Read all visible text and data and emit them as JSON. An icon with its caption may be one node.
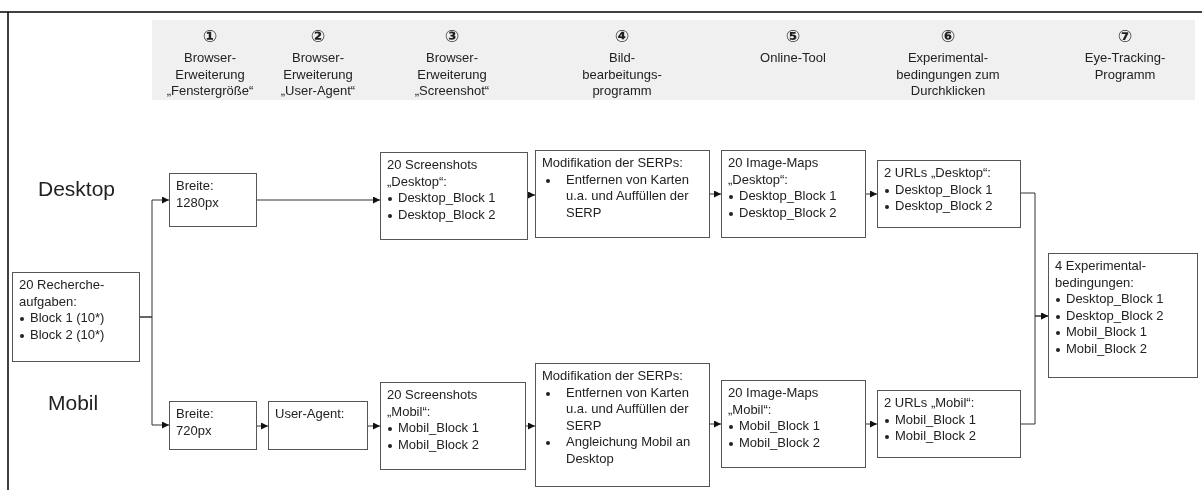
{
  "diagram": {
    "nodes": [
      {
        "text": [
          "20 Recherche- aufgaben:",
          "Block 1 (10*)",
          "Block 2 (10*)"
        ]
      },
      {
        "text": [
          "Breite: 1280px"
        ]
      },
      {
        "text": [
          "20 Screenshots „Desktop“:",
          "Desktop_Block 1",
          "Desktop_Block 2"
        ]
      },
      {
        "text": [
          "Modifikation der SERPs:",
          "Entfernen von Karten u.a. und Auffüllen der SERP"
        ]
      },
      {
        "text": [
          "20 Image-Maps „Desktop“:",
          "Desktop_Block 1",
          "Desktop_Block 2"
        ]
      },
      {
        "text": [
          "2 URLs „Desktop“:",
          "Desktop_Block 1",
          "Desktop_Block 2"
        ]
      },
      {
        "text": [
          "4 Experimental- bedingungen:",
          "Desktop_Block 1",
          "Desktop_Block 2",
          "Mobil_Block 1",
          "Mobil_Block 2"
        ]
      },
      {
        "text": [
          "Breite: 720px"
        ]
      },
      {
        "text": [
          "User-Agent:"
        ]
      },
      {
        "text": [
          "20 Screenshots „Mobil“:",
          "Mobil_Block 1",
          "Mobil_Block 2"
        ]
      },
      {
        "text": [
          "Modifikation der SERPs:",
          "Entfernen von Karten u.a. und Auffüllen der SERP",
          "Angleichung Mobil an Desktop"
        ]
      },
      {
        "text": [
          "20 Image-Maps „Mobil“:",
          "Mobil_Block 1",
          "Mobil_Block 2"
        ]
      },
      {
        "text": [
          "2 URLs „Mobil“:",
          "Mobil_Block 1",
          "Mobil_Block 2"
        ]
      }
    ],
    "edges": [
      {
        "from": 0,
        "to": 1,
        "arrow": "to"
      },
      {
        "from": 0,
        "to": 7,
        "arrow": "to"
      },
      {
        "from": 1,
        "to": 2,
        "arrow": "to"
      },
      {
        "from": 2,
        "to": 3,
        "arrow": "to"
      },
      {
        "from": 3,
        "to": 4,
        "arrow": "to"
      },
      {
        "from": 4,
        "to": 5,
        "arrow": "to"
      },
      {
        "from": 5,
        "to": 6,
        "arrow": "to"
      },
      {
        "from": 7,
        "to": 8,
        "arrow": "to"
      },
      {
        "from": 8,
        "to": 9,
        "arrow": "to"
      },
      {
        "from": 9,
        "to": 10,
        "arrow": "to"
      },
      {
        "from": 10,
        "to": 11,
        "arrow": "to"
      },
      {
        "from": 11,
        "to": 12,
        "arrow": "to"
      },
      {
        "from": 12,
        "to": 6,
        "arrow": "to"
      }
    ],
    "labels": [
      "①",
      "Browser- Erweiterung „Fenstergröße“",
      "②",
      "Browser- Erweiterung „User-Agent“",
      "③",
      "Browser- Erweiterung „Screenshot“",
      "④",
      "Bild- bearbeitungs- programm",
      "⑤",
      "Online-Tool",
      "⑥",
      "Experimental- bedingungen zum Durchklicken",
      "⑦",
      "Eye-Tracking- Programm",
      "Desktop",
      "Mobil"
    ]
  }
}
